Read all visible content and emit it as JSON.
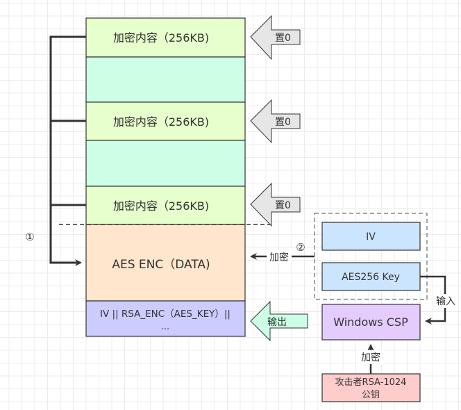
{
  "diagram": {
    "file_blocks": {
      "encrypted_label": "加密内容（256KB)",
      "aes_label": "AES  ENC（DATA)",
      "footer_line1": "IV || RSA_ENC（AES_KEY）||",
      "footer_line2": "..."
    },
    "zero_arrow_label": "置0",
    "output_arrow_label": "输出",
    "step_one_marker": "①",
    "step_two_marker": "②",
    "encrypt_edge_label": "加密",
    "iv_box_label": "IV",
    "aes_key_box_label": "AES256 Key",
    "input_edge_label": "输入",
    "windows_csp_label": "Windows CSP",
    "rsa_key_encrypt_label": "加密",
    "rsa_key_line1": "攻击者RSA-1024",
    "rsa_key_line2": "公钥",
    "colors": {
      "encrypted_block": "#e6ffcc",
      "plain_block": "#ccffe6",
      "aes_block": "#ffe6cc",
      "footer_block": "#ccccff",
      "zero_arrow": "#e6e6e6",
      "output_arrow": "#ccffe6",
      "key_box": "#cce5ff",
      "csp_box": "#e5ccff",
      "rsa_box": "#ffcccc",
      "stroke": "#333333"
    }
  }
}
